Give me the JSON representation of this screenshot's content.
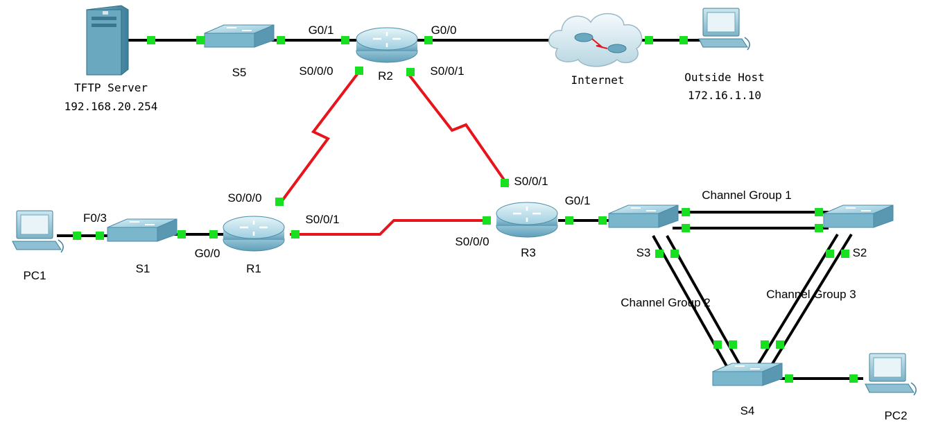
{
  "devices": {
    "tftp": {
      "name": "TFTP Server",
      "ip": "192.168.20.254",
      "icon": "server-icon"
    },
    "s5": {
      "name": "S5",
      "icon": "switch-icon"
    },
    "r2": {
      "name": "R2",
      "icon": "router-icon"
    },
    "internet": {
      "name": "Internet",
      "icon": "cloud-icon"
    },
    "outside": {
      "name": "Outside Host",
      "ip": "172.16.1.10",
      "icon": "pc-icon"
    },
    "pc1": {
      "name": "PC1",
      "icon": "pc-icon"
    },
    "s1": {
      "name": "S1",
      "icon": "switch-icon"
    },
    "r1": {
      "name": "R1",
      "icon": "router-icon"
    },
    "r3": {
      "name": "R3",
      "icon": "router-icon"
    },
    "s3": {
      "name": "S3",
      "icon": "switch-icon"
    },
    "s2": {
      "name": "S2",
      "icon": "switch-icon"
    },
    "s4": {
      "name": "S4",
      "icon": "switch-icon"
    },
    "pc2": {
      "name": "PC2",
      "icon": "pc-icon"
    }
  },
  "ports": {
    "r2_g01": "G0/1",
    "r2_g00": "G0/0",
    "r2_s000": "S0/0/0",
    "r2_s001": "S0/0/1",
    "r1_s000": "S0/0/0",
    "r1_s001": "S0/0/1",
    "r1_g00": "G0/0",
    "s1_f03": "F0/3",
    "r3_s001": "S0/0/1",
    "r3_g01": "G0/1",
    "r3_s000": "S0/0/0"
  },
  "channel_groups": {
    "g1": "Channel Group 1",
    "g2": "Channel Group 2",
    "g3": "Channel Group 3"
  },
  "colors": {
    "ethernet": "#000000",
    "serial": "#e8141c",
    "link_up": "#18e020",
    "device": "#5aa0c0"
  }
}
